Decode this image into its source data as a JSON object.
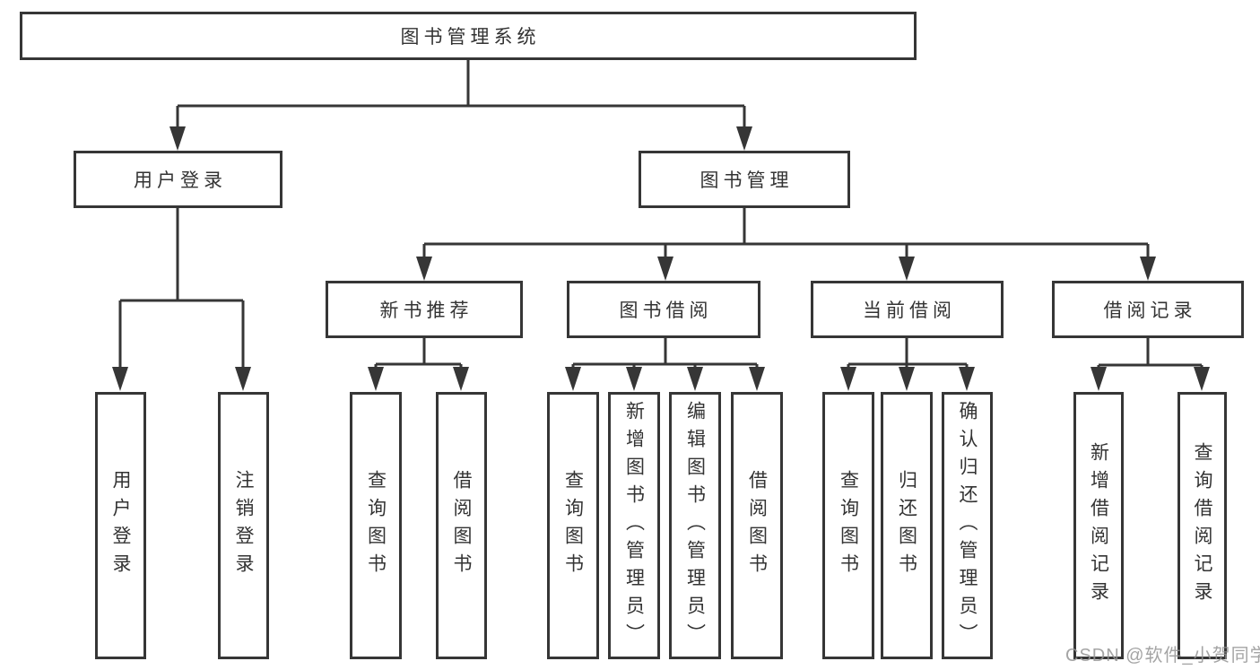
{
  "title": {
    "label": "图书管理系统"
  },
  "branches": [
    {
      "label": "用户登录",
      "children": [
        {
          "label": "用户登录"
        },
        {
          "label": "注销登录"
        }
      ]
    },
    {
      "label": "图书管理",
      "children": [
        {
          "label": "新书推荐",
          "children": [
            {
              "label": "查询图书"
            },
            {
              "label": "借阅图书"
            }
          ]
        },
        {
          "label": "图书借阅",
          "children": [
            {
              "label": "查询图书"
            },
            {
              "label": "新增图书（管理员）"
            },
            {
              "label": "编辑图书（管理员）"
            },
            {
              "label": "借阅图书"
            }
          ]
        },
        {
          "label": "当前借阅",
          "children": [
            {
              "label": "查询图书"
            },
            {
              "label": "归还图书"
            },
            {
              "label": "确认归还（管理员）"
            }
          ]
        },
        {
          "label": "借阅记录",
          "children": [
            {
              "label": "新增借阅记录"
            },
            {
              "label": "查询借阅记录"
            }
          ]
        }
      ]
    }
  ],
  "watermark": {
    "text": "CSDN @软件_小贺同学"
  },
  "colors": {
    "line": "#363636",
    "text": "#333333",
    "background": "#ffffff",
    "watermark": "#949494"
  }
}
